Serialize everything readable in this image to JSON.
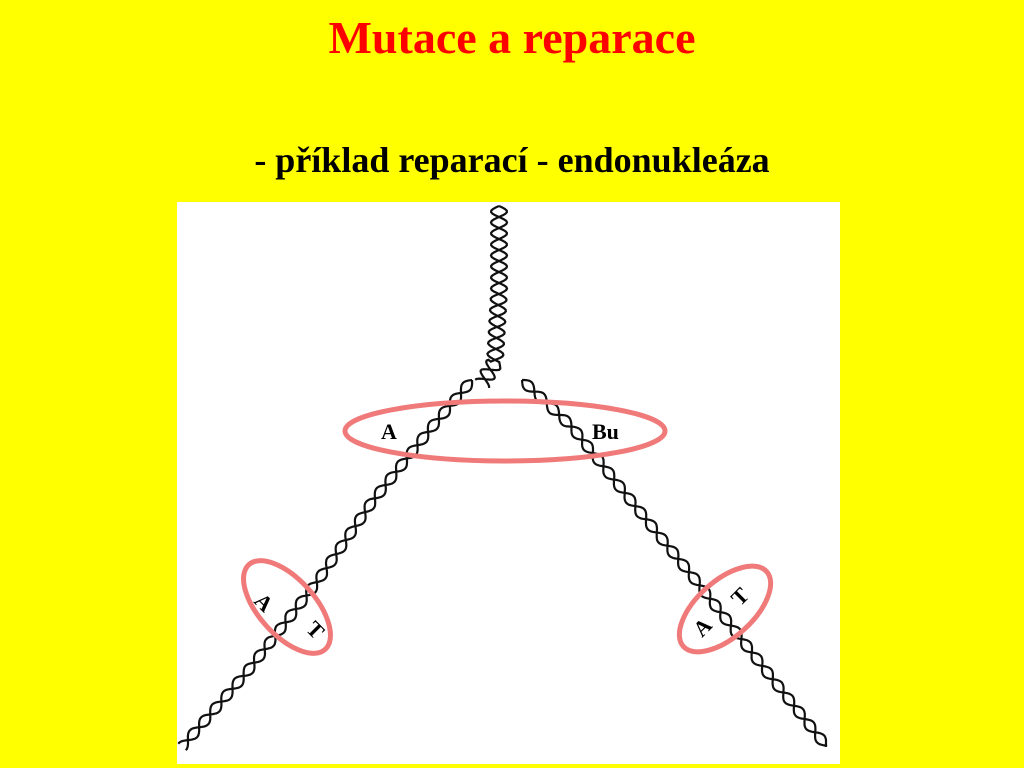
{
  "slide": {
    "title": "Mutace a reparace",
    "subtitle": "- příklad reparací - endonukleáza"
  },
  "diagram": {
    "center_labels": {
      "left": "A",
      "right": "Bu"
    },
    "left_pair": {
      "first": "A",
      "second": "T"
    },
    "right_pair": {
      "first": "A",
      "second": "T"
    }
  },
  "colors": {
    "background": "#ffff00",
    "title": "#ff0000",
    "ellipse_outline": "#f07a7a",
    "strand": "#111111"
  }
}
